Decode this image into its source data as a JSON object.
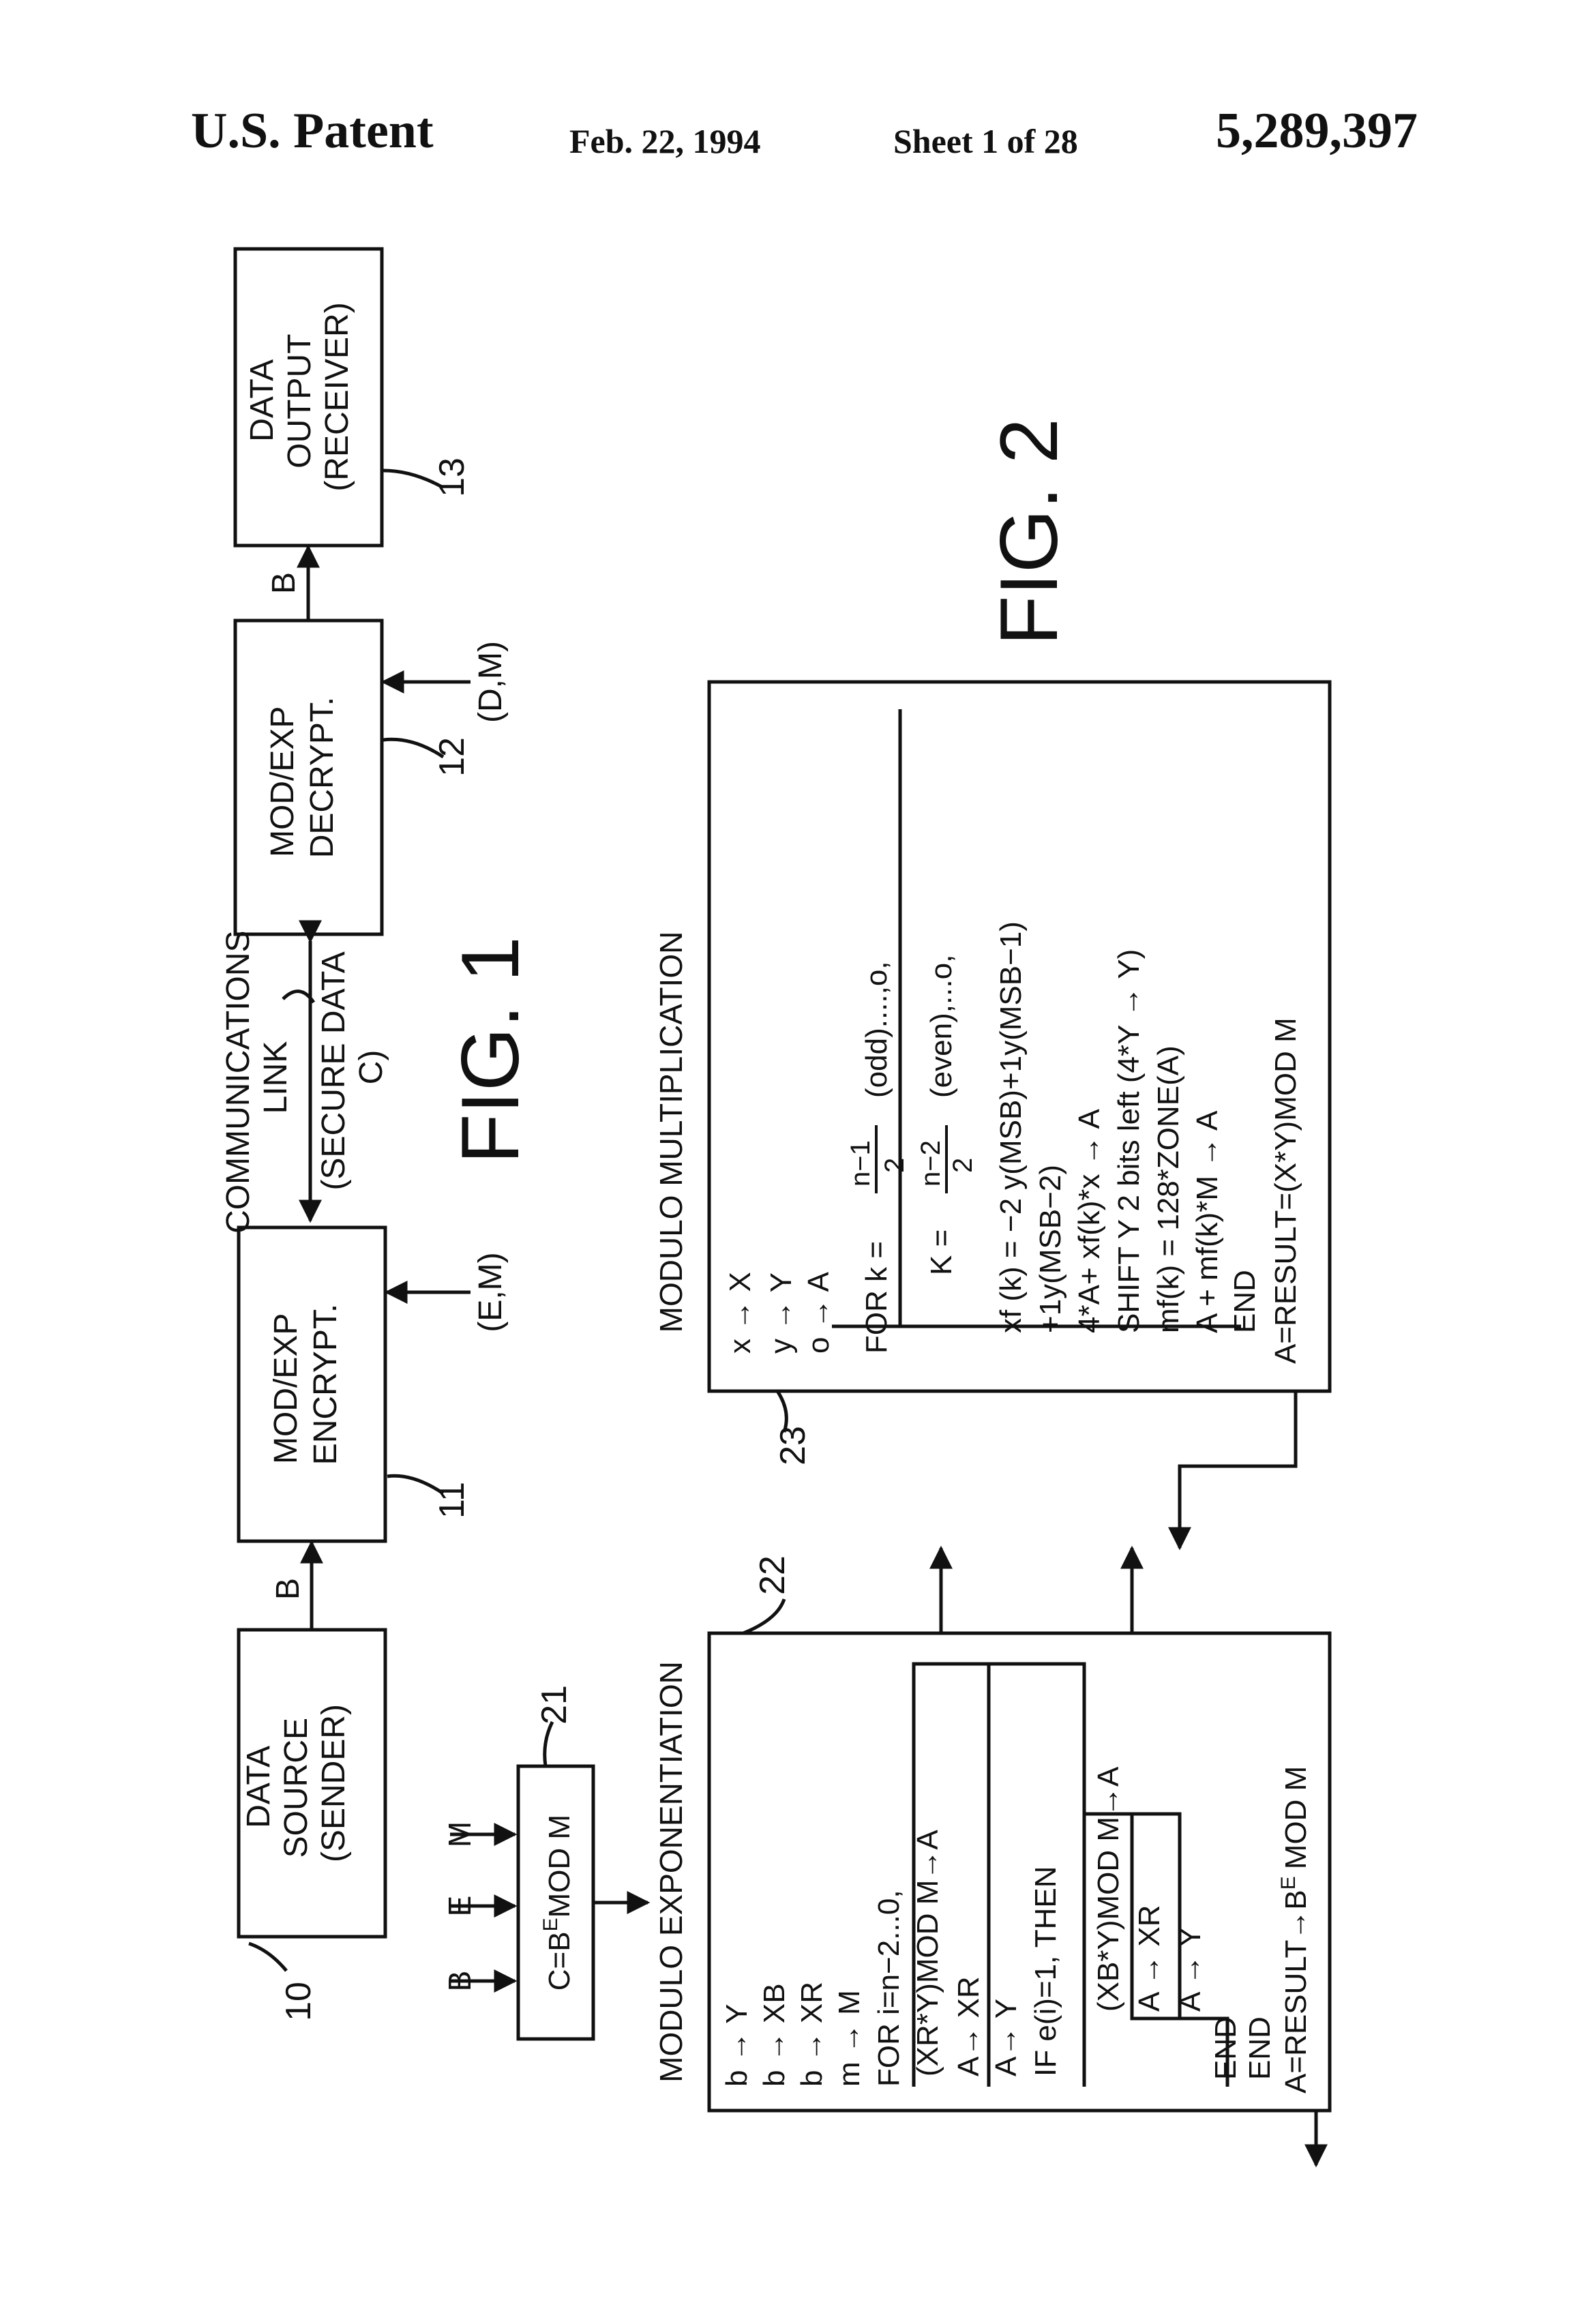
{
  "header": {
    "left": "U.S. Patent",
    "date": "Feb. 22, 1994",
    "sheet": "Sheet 1 of 28",
    "number": "5,289,397"
  },
  "fig1": {
    "caption": "FIG. 1",
    "source": [
      "DATA",
      "SOURCE",
      "(SENDER)"
    ],
    "source_ref": "10",
    "encrypt": [
      "MOD/EXP",
      "ENCRYPT."
    ],
    "encrypt_ref": "11",
    "decrypt": [
      "MOD/EXP",
      "DECRYPT."
    ],
    "decrypt_ref": "12",
    "output": [
      "DATA",
      "OUTPUT",
      "(RECEIVER)"
    ],
    "output_ref": "13",
    "b_left": "B",
    "b_right": "B",
    "link": [
      "COMMUNICATIONS",
      "LINK",
      "(SECURE DATA",
      "C)"
    ],
    "enc_input": "(E,M)",
    "dec_input": "(D,M)"
  },
  "fig2": {
    "caption": "FIG. 2",
    "formula_box": "C=B",
    "formula_sup": "E",
    "formula_tail": "MOD M",
    "formula_ref": "21",
    "inputs": [
      "B",
      "E",
      "M"
    ],
    "exp_title": "MODULO EXPONENTIATION",
    "exp_ref": "22",
    "exp_lines": [
      "b → Y",
      "b → XB",
      "b → XR",
      "m → M",
      "FOR i=n−2...0,",
      "(XR*Y)MOD M→A",
      "A→ XR",
      "A→ Y",
      "IF e(i)=1, THEN",
      "(XB*Y)MOD M→A",
      "A → XR",
      "A → Y",
      "END",
      "END",
      "A=RESULT→B",
      "E",
      "MOD M"
    ],
    "mult_title": "MODULO MULTIPLICATION",
    "mult_ref": "23",
    "mult_lines": [
      "x → X",
      "y → Y",
      "o → A",
      "FOR k = ",
      "n−1",
      "2",
      "(odd)....,o,",
      "K = ",
      "n−2",
      "2",
      "(even),...o,",
      "xf (k) = −2 y(MSB)+1y(MSB−1)",
      "+1y(MSB−2)",
      "4*A+ xf(k)*x → A",
      "SHIFT Y 2 bits left (4*Y → Y)",
      "mf(k) = 128*ZONE(A)",
      "A + mf(k)*M → A",
      "END",
      "A=RESULT=(X*Y)MOD M"
    ]
  }
}
